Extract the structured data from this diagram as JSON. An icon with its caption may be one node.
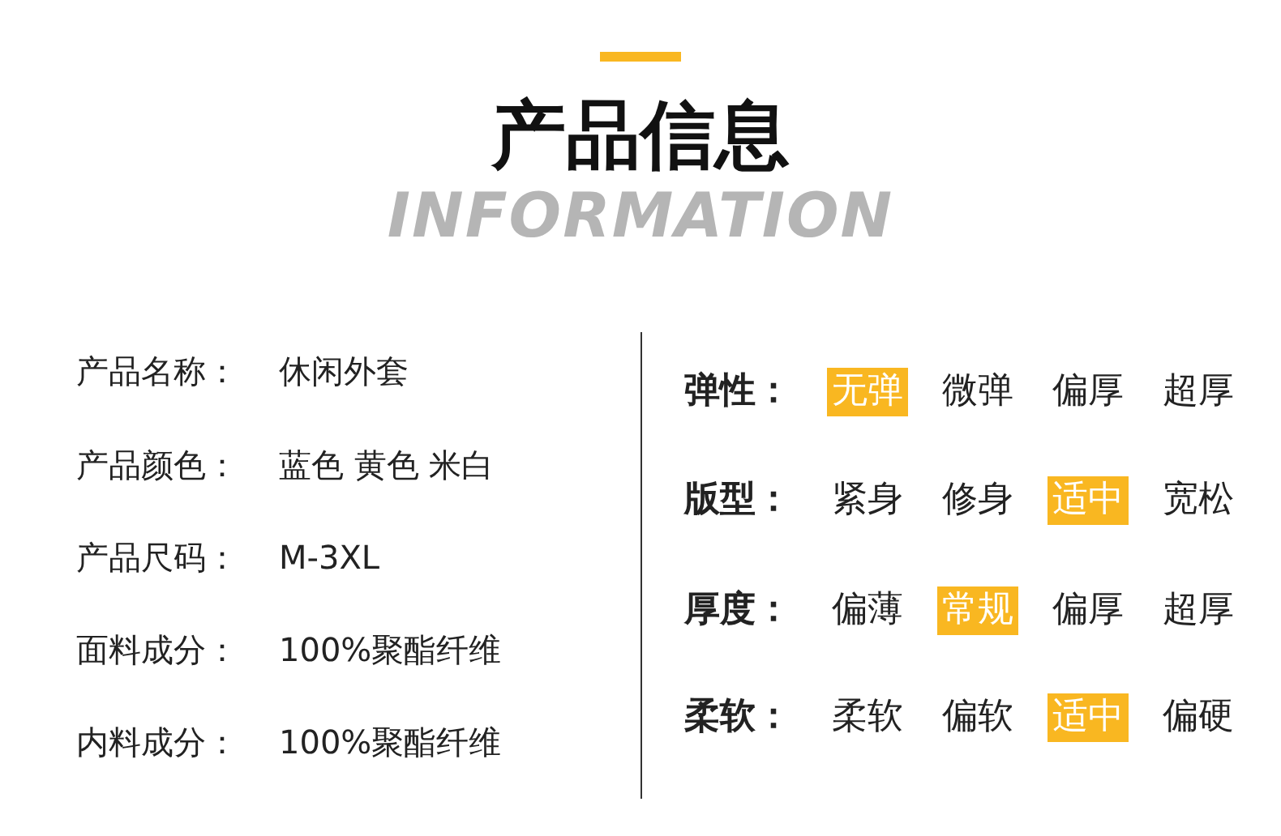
{
  "diagram": {
    "title": "产品信息",
    "nodes": [
      {
        "text": [
          "无弹"
        ]
      },
      {
        "text": [
          "适中"
        ]
      },
      {
        "text": [
          "常规"
        ]
      },
      {
        "text": [
          "适中"
        ]
      }
    ],
    "labels": [
      "INFORMATION",
      "产品名称：",
      "休闲外套",
      "产品颜色：",
      "蓝色 黄色 米白",
      "产品尺码：",
      "M-3XL",
      "面料成分：",
      "100%聚酯纤维",
      "内料成分：",
      "100%聚酯纤维",
      "弹性：",
      "微弹",
      "偏厚",
      "超厚",
      "版型：",
      "紧身",
      "修身",
      "宽松",
      "厚度：",
      "偏薄",
      "偏厚",
      "超厚",
      "柔软：",
      "柔软",
      "偏软",
      "偏硬"
    ]
  }
}
